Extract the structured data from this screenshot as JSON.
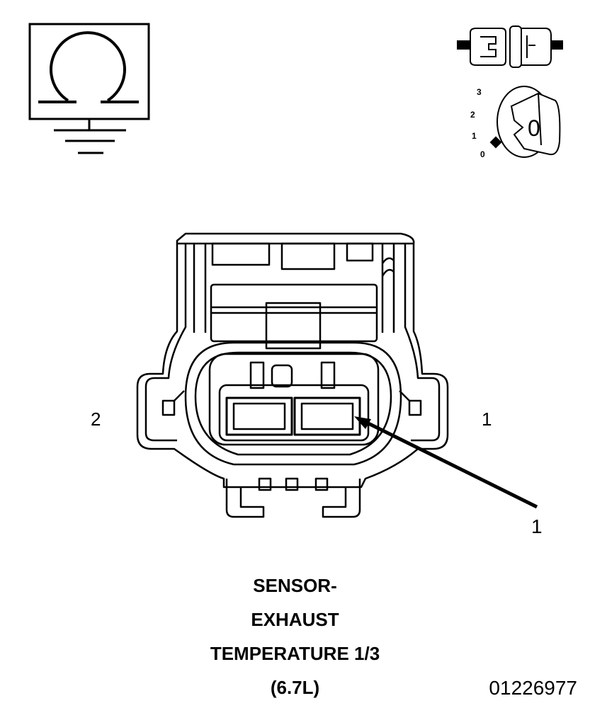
{
  "icons": {
    "ohmmeter": "ohm-meter-ground-icon",
    "connector_disconnect": "connector-disconnected-icon",
    "ignition_key": "ignition-key-off-icon"
  },
  "ignition_dial": {
    "positions": [
      "3",
      "2",
      "1",
      "0"
    ],
    "key_label": "0"
  },
  "connector": {
    "cavity_left_label": "2",
    "cavity_right_label": "1",
    "callout_label": "1"
  },
  "caption": {
    "line1": "SENSOR-",
    "line2": "EXHAUST",
    "line3": "TEMPERATURE 1/3",
    "line4": "(6.7L)"
  },
  "figure_number": "01226977"
}
